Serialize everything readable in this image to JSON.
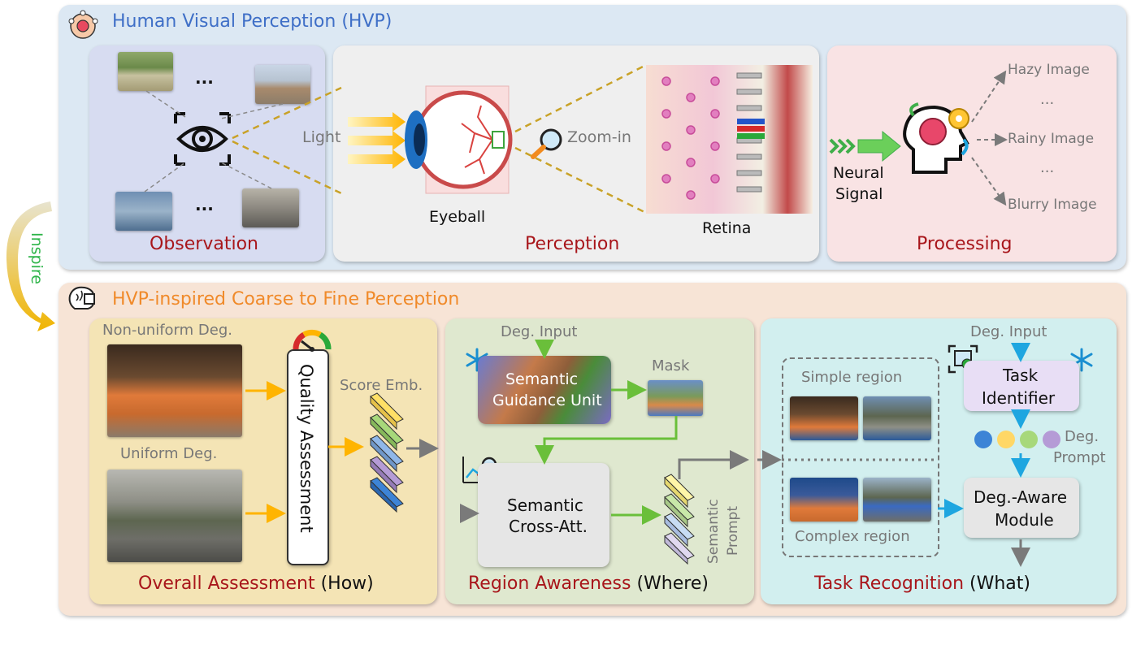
{
  "hvp": {
    "title": "Human Visual Perception (HVP)",
    "observation": {
      "title": "Observation",
      "ellipsis_top": "...",
      "ellipsis_bottom": "..."
    },
    "perception": {
      "title": "Perception",
      "light": "Light",
      "eyeball": "Eyeball",
      "zoom": "Zoom-in",
      "retina": "Retina"
    },
    "processing": {
      "title": "Processing",
      "neural_line1": "Neural",
      "neural_line2": "Signal",
      "outputs": [
        "Hazy Image",
        "...",
        "Rainy Image",
        "...",
        "Blurry Image"
      ]
    }
  },
  "inspire": "Inspire",
  "c2f": {
    "title": "HVP-inspired Coarse to Fine Perception",
    "overall": {
      "title_red": "Overall Assessment",
      "title_black": "(How)",
      "nonuniform": "Non-uniform Deg.",
      "uniform": "Uniform Deg.",
      "quality": "Quality Assessment",
      "score_emb": "Score Emb."
    },
    "region": {
      "title_red": "Region Awareness",
      "title_black": "(Where)",
      "deg_input": "Deg. Input",
      "sgu_line1": "Semantic",
      "sgu_line2": "Guidance Unit",
      "mask": "Mask",
      "cross_line1": "Semantic",
      "cross_line2": "Cross-Att.",
      "prompt_line1": "Semantic",
      "prompt_line2": "Prompt"
    },
    "task": {
      "title_red": "Task Recognition",
      "title_black": "(What)",
      "deg_input": "Deg. Input",
      "simple": "Simple region",
      "complex": "Complex region",
      "identifier_line1": "Task",
      "identifier_line2": "Identifier",
      "deg_prompt_line1": "Deg.",
      "deg_prompt_line2": "Prompt",
      "aware_line1": "Deg.-Aware",
      "aware_line2": "Module"
    }
  },
  "colors": {
    "hvp_bg": "#dce8f3",
    "c2f_bg": "#f7e4d6",
    "observation_bg": "#d7dcf1",
    "perception_bg": "#efefef",
    "processing_bg": "#f9e3e4",
    "overall_bg": "#f4e4b5",
    "region_bg": "#dfe8cf",
    "task_bg": "#d2efef",
    "title_red": "#a8161b",
    "hvp_title": "#3f6fc7",
    "c2f_title": "#f08a2a",
    "inspire_green": "#2fb54a",
    "arrow_gold": "#c9a227",
    "arrow_orange": "#ffb400",
    "arrow_green": "#6abf3a",
    "arrow_blue": "#1ea6e0",
    "arrow_grey": "#7a7a7a"
  }
}
